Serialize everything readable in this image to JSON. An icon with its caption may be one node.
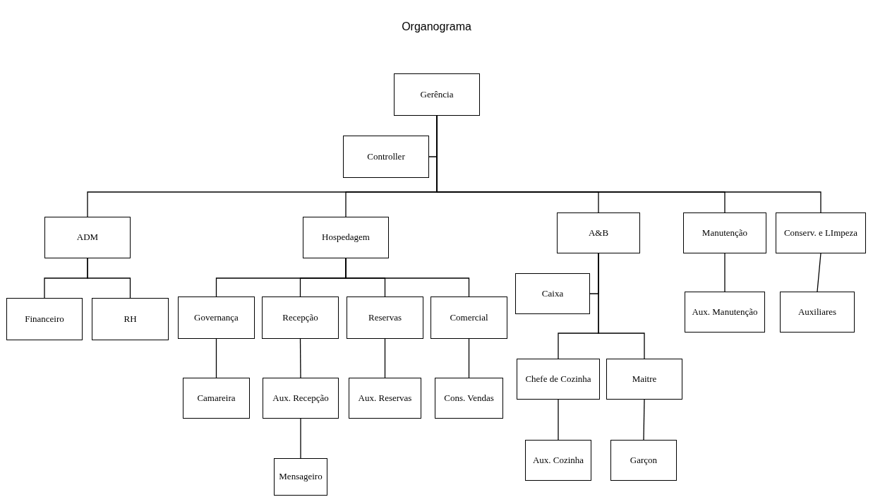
{
  "diagram": {
    "title": "Organograma",
    "nodes": [
      {
        "text": [
          "Gerência"
        ]
      },
      {
        "text": [
          "Controller"
        ]
      },
      {
        "text": [
          "ADM"
        ]
      },
      {
        "text": [
          "Hospedagem"
        ]
      },
      {
        "text": [
          "A&B"
        ]
      },
      {
        "text": [
          "Manutenção"
        ]
      },
      {
        "text": [
          "Conserv. e LImpeza"
        ]
      },
      {
        "text": [
          "Financeiro"
        ]
      },
      {
        "text": [
          "RH"
        ]
      },
      {
        "text": [
          "Governança"
        ]
      },
      {
        "text": [
          "Recepção"
        ]
      },
      {
        "text": [
          "Reservas"
        ]
      },
      {
        "text": [
          "Comercial"
        ]
      },
      {
        "text": [
          "Caixa"
        ]
      },
      {
        "text": [
          "Aux. Manutenção"
        ]
      },
      {
        "text": [
          "Auxiliares"
        ]
      },
      {
        "text": [
          "Camareira"
        ]
      },
      {
        "text": [
          "Aux. Recepção"
        ]
      },
      {
        "text": [
          "Aux. Reservas"
        ]
      },
      {
        "text": [
          "Cons. Vendas"
        ]
      },
      {
        "text": [
          "Chefe de Cozinha"
        ]
      },
      {
        "text": [
          "Maitre"
        ]
      },
      {
        "text": [
          "Mensageiro"
        ]
      },
      {
        "text": [
          "Aux. Cozinha"
        ]
      },
      {
        "text": [
          "Garçon"
        ]
      }
    ],
    "edges": [
      {
        "from": 0,
        "to": 1,
        "arrow": "none"
      },
      {
        "from": 0,
        "to": 2,
        "arrow": "none"
      },
      {
        "from": 0,
        "to": 3,
        "arrow": "none"
      },
      {
        "from": 0,
        "to": 4,
        "arrow": "none"
      },
      {
        "from": 0,
        "to": 5,
        "arrow": "none"
      },
      {
        "from": 0,
        "to": 6,
        "arrow": "none"
      },
      {
        "from": 2,
        "to": 7,
        "arrow": "none"
      },
      {
        "from": 2,
        "to": 8,
        "arrow": "none"
      },
      {
        "from": 3,
        "to": 9,
        "arrow": "none"
      },
      {
        "from": 3,
        "to": 10,
        "arrow": "none"
      },
      {
        "from": 3,
        "to": 11,
        "arrow": "none"
      },
      {
        "from": 3,
        "to": 12,
        "arrow": "none"
      },
      {
        "from": 4,
        "to": 13,
        "arrow": "none"
      },
      {
        "from": 5,
        "to": 14,
        "arrow": "none"
      },
      {
        "from": 6,
        "to": 15,
        "arrow": "none"
      },
      {
        "from": 9,
        "to": 16,
        "arrow": "none"
      },
      {
        "from": 10,
        "to": 17,
        "arrow": "none"
      },
      {
        "from": 11,
        "to": 18,
        "arrow": "none"
      },
      {
        "from": 12,
        "to": 19,
        "arrow": "none"
      },
      {
        "from": 4,
        "to": 20,
        "arrow": "none"
      },
      {
        "from": 4,
        "to": 21,
        "arrow": "none"
      },
      {
        "from": 17,
        "to": 22,
        "arrow": "none"
      },
      {
        "from": 20,
        "to": 23,
        "arrow": "none"
      },
      {
        "from": 21,
        "to": 24,
        "arrow": "none"
      }
    ]
  }
}
